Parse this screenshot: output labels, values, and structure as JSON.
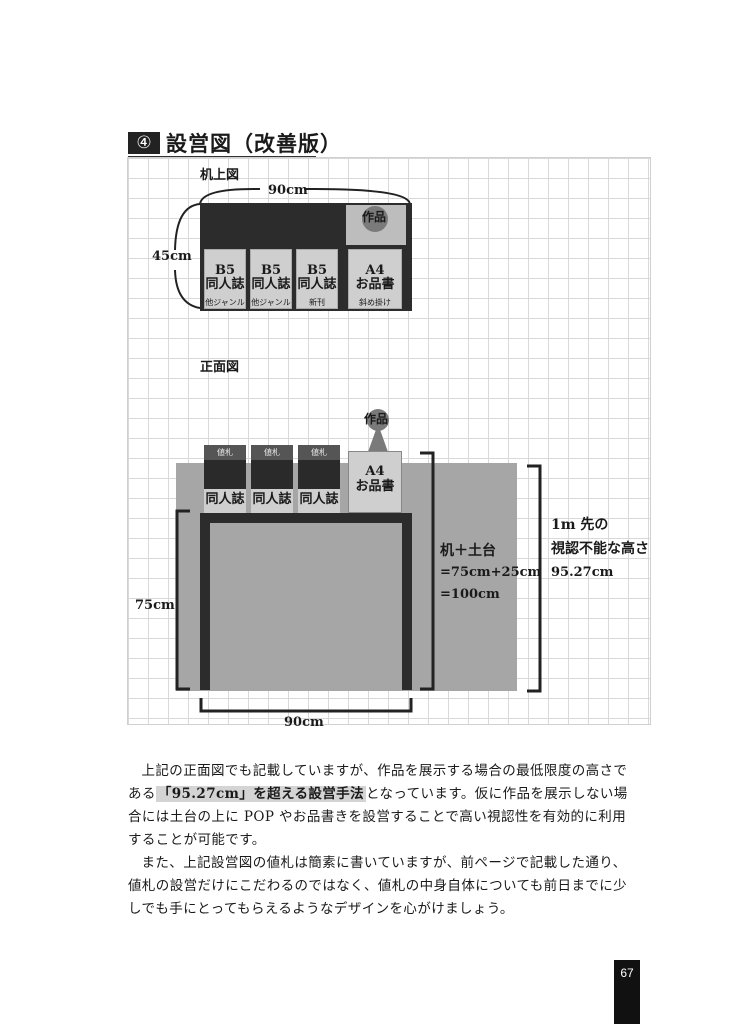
{
  "heading": {
    "number": "④",
    "title": "設営図（改善版）"
  },
  "top_view": {
    "label": "机上図",
    "width_label": "90cm",
    "depth_label": "45cm",
    "display_label": "作品",
    "slots": [
      {
        "size": "B5",
        "name": "同人誌",
        "note": "他ジャンル"
      },
      {
        "size": "B5",
        "name": "同人誌",
        "note": "他ジャンル"
      },
      {
        "size": "B5",
        "name": "同人誌",
        "note": "新刊"
      },
      {
        "size": "A4",
        "name": "お品書",
        "note": "斜め掛け"
      }
    ]
  },
  "front_view": {
    "label": "正面図",
    "display_label": "作品",
    "tag_label": "値札",
    "book_label": "同人誌",
    "menu_size": "A4",
    "menu_name": "お品書",
    "height_label": "75cm",
    "width_label": "90cm",
    "total_line1": "机＋土台",
    "total_line2": "=75cm+25cm",
    "total_line3": "=100cm",
    "visibility_line1": "1m 先の",
    "visibility_line2": "視認不能な高さ",
    "visibility_line3": "95.27cm"
  },
  "body": {
    "para1_before": "上記の正面図でも記載していますが、作品を展示する場合の最低限度の高さである",
    "para1_highlight": "「95.27cm」を超える設営手法",
    "para1_after": "となっています。仮に作品を展示しない場合には土台の上に POP やお品書きを設営することで高い視認性を有効的に利用することが可能です。",
    "para2": "また、上記設営図の値札は簡素に書いていますが、前ページで記載した通り、値札の設営だけにこだわるのではなく、値札の中身自体についても前日までに少しでも手にとってもらえるようなデザインを心がけましょう。"
  },
  "page_number": "67"
}
